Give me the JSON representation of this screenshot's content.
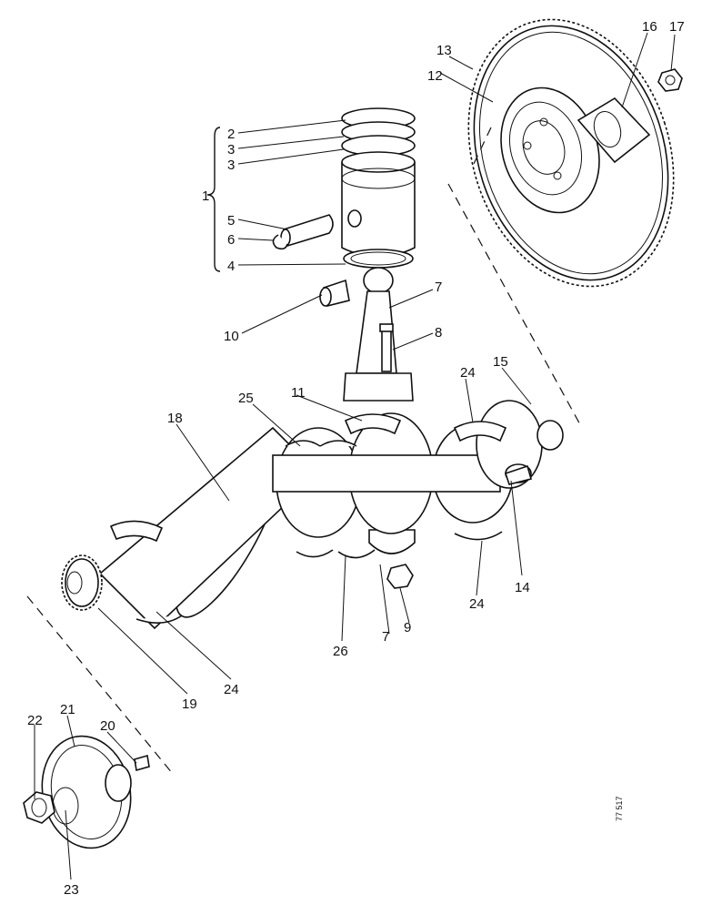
{
  "callouts": {
    "c1": "1",
    "c2": "2",
    "c3a": "3",
    "c3b": "3",
    "c4": "4",
    "c5": "5",
    "c6": "6",
    "c7a": "7",
    "c7b": "7",
    "c8": "8",
    "c9": "9",
    "c10": "10",
    "c11": "11",
    "c12": "12",
    "c13": "13",
    "c14": "14",
    "c15": "15",
    "c16": "16",
    "c17": "17",
    "c18": "18",
    "c19": "19",
    "c20": "20",
    "c21": "21",
    "c22": "22",
    "c23": "23",
    "c24a": "24",
    "c24b": "24",
    "c24c": "24",
    "c25": "25",
    "c26": "26"
  },
  "drawing_ref": "77 517"
}
